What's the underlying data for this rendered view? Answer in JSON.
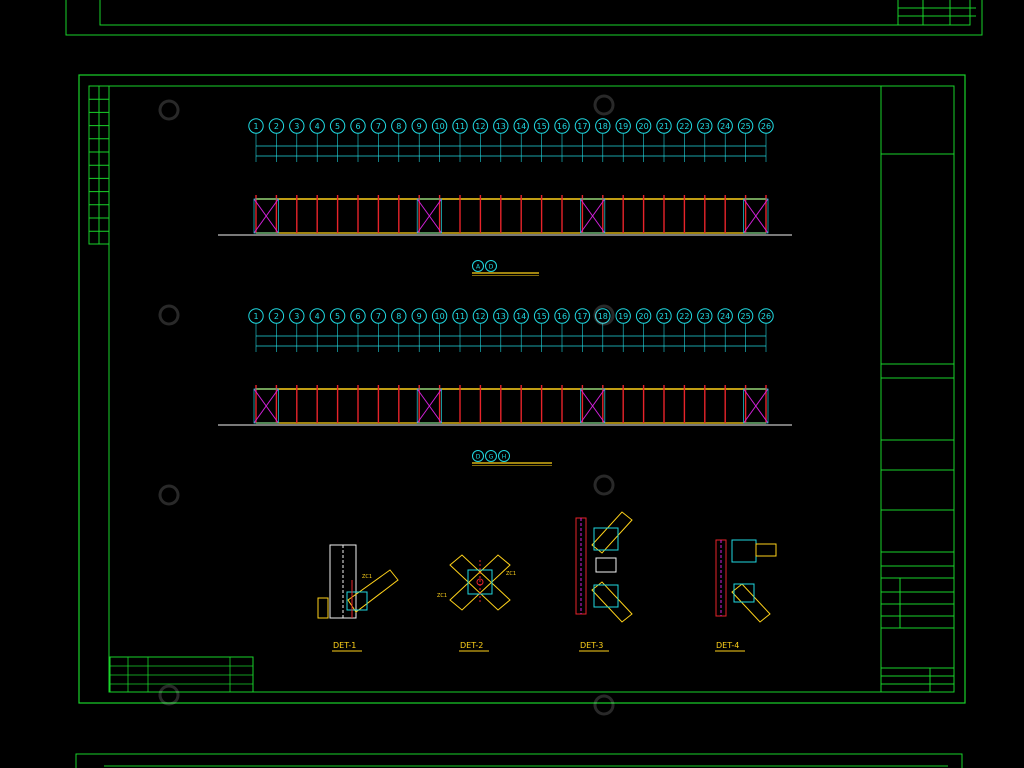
{
  "palette": {
    "background": "#000000",
    "frame": "#19d22a",
    "cyan": "#20d8e0",
    "yellow": "#ffd21a",
    "red": "#e8232a",
    "magenta": "#d020d8",
    "text": "#f2f2f2"
  },
  "watermark": {
    "text": "",
    "icon": "watermark-logo-icon"
  },
  "elevations": [
    {
      "axes": [
        "1",
        "2",
        "3",
        "4",
        "5",
        "6",
        "7",
        "8",
        "9",
        "10",
        "11",
        "12",
        "13",
        "14",
        "15",
        "16",
        "17",
        "18",
        "19",
        "20",
        "21",
        "22",
        "23",
        "24",
        "25",
        "26"
      ],
      "column_labels": [
        "",
        "",
        "",
        "",
        "",
        "",
        "",
        "",
        "",
        "",
        "",
        "",
        "",
        "",
        "",
        "",
        "",
        "",
        "",
        "",
        "",
        "",
        "",
        "",
        "",
        ""
      ],
      "braced_bays": [
        0,
        8,
        16,
        24
      ],
      "title_circles": [
        "A",
        "D"
      ],
      "title": ""
    },
    {
      "axes": [
        "1",
        "2",
        "3",
        "4",
        "5",
        "6",
        "7",
        "8",
        "9",
        "10",
        "11",
        "12",
        "13",
        "14",
        "15",
        "16",
        "17",
        "18",
        "19",
        "20",
        "21",
        "22",
        "23",
        "24",
        "25",
        "26"
      ],
      "column_labels": [
        "",
        "",
        "",
        "",
        "",
        "",
        "",
        "",
        "",
        "",
        "",
        "",
        "",
        "",
        "",
        "",
        "",
        "",
        "",
        "",
        "",
        "",
        "",
        "",
        "",
        ""
      ],
      "braced_bays": [
        0,
        8,
        16,
        24
      ],
      "title_circles": [
        "D",
        "G",
        "H"
      ],
      "title": ""
    }
  ],
  "details": [
    {
      "id": "det1",
      "label": "DET-1",
      "note": ""
    },
    {
      "id": "det2",
      "label": "DET-2",
      "note": ""
    },
    {
      "id": "det3",
      "label": "DET-3",
      "notes": [
        "",
        "",
        ""
      ]
    },
    {
      "id": "det4",
      "label": "DET-4",
      "notes": [
        "",
        ""
      ]
    }
  ],
  "material_table": {
    "title": "",
    "headers": [
      "",
      "",
      "",
      ""
    ],
    "rows": [
      [
        "",
        "",
        "",
        ""
      ],
      [
        "",
        "",
        "",
        ""
      ],
      [
        "",
        "",
        "",
        ""
      ]
    ]
  },
  "title_block": {
    "lines": [
      {
        "text": "",
        "row": "top"
      },
      {
        "text": "",
        "row": "mid1"
      },
      {
        "text": "",
        "row": "mid2"
      },
      {
        "text": "",
        "row": "mid3"
      },
      {
        "text": "",
        "row": "mid4"
      },
      {
        "text": "",
        "row": "design"
      },
      {
        "text": "",
        "row": "project"
      },
      {
        "text": "",
        "row": "sheet"
      }
    ],
    "drawing_name": "",
    "bottom_cells": [
      "",
      "",
      "",
      "",
      "",
      ""
    ]
  }
}
